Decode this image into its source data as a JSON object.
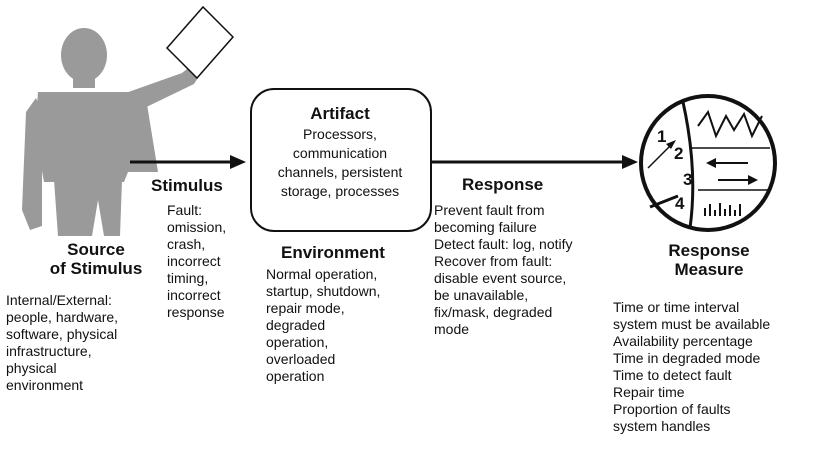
{
  "source": {
    "title": "Source\nof Stimulus",
    "description": "Internal/External:\npeople, hardware,\nsoftware, physical\ninfrastructure,\nphysical\nenvironment"
  },
  "stimulus": {
    "title": "Stimulus",
    "description": "Fault:\nomission,\ncrash,\nincorrect\ntiming,\nincorrect\nresponse"
  },
  "artifact": {
    "title": "Artifact",
    "description": "Processors,\ncommunication\nchannels, persistent\nstorage, processes"
  },
  "environment": {
    "title": "Environment",
    "description": "Normal operation,\nstartup, shutdown,\nrepair mode,\ndegraded\noperation,\noverloaded\noperation"
  },
  "response": {
    "title": "Response",
    "description": "Prevent fault from\nbecoming failure\nDetect fault: log, notify\nRecover from fault:\ndisable event source,\nbe unavailable,\nfix/mask, degraded\nmode"
  },
  "response_measure": {
    "title": "Response\nMeasure",
    "description": "Time or time interval\nsystem must be available\nAvailability percentage\nTime in degraded mode\nTime to detect fault\nRepair time\nProportion of faults\nsystem handles",
    "gauge_numbers": [
      "1",
      "2",
      "3",
      "4"
    ]
  },
  "colors": {
    "figure_gray": "#9a9a9a",
    "line": "#111111"
  }
}
